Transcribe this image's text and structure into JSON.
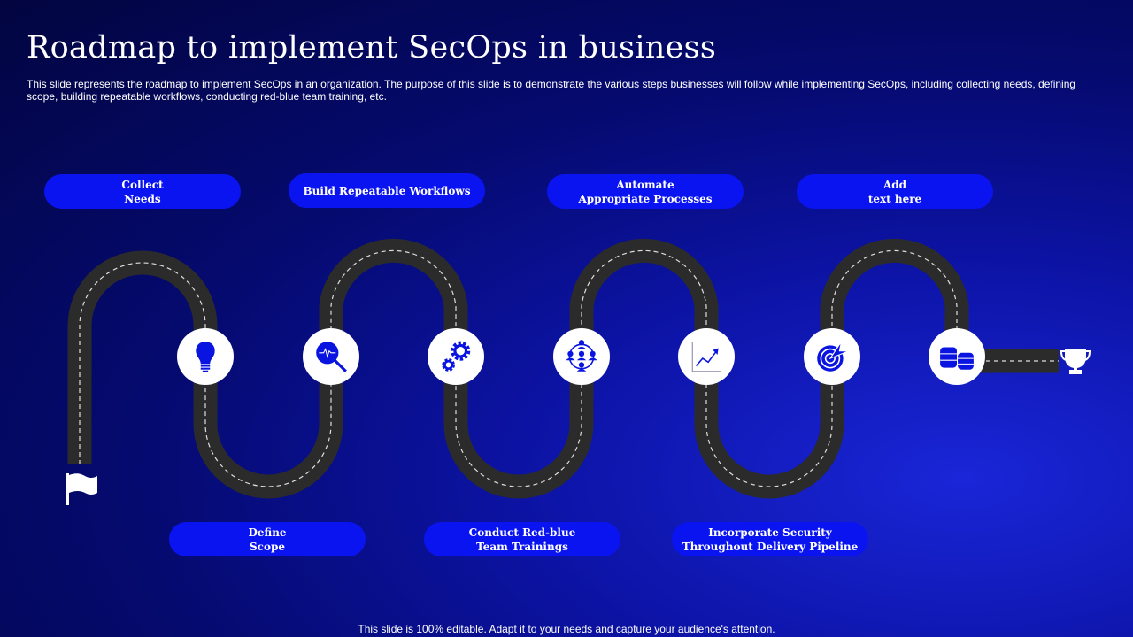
{
  "title": "Roadmap to implement SecOps in business",
  "description": "This slide represents the roadmap to implement SecOps in an organization. The purpose of this slide is to demonstrate the various steps businesses will follow while implementing SecOps, including collecting needs, defining scope, building repeatable workflows, conducting red-blue team training, etc.",
  "steps_top": [
    {
      "line1": "Collect",
      "line2": "Needs"
    },
    {
      "line1": "Build Repeatable Workflows",
      "line2": ""
    },
    {
      "line1": "Automate",
      "line2": "Appropriate Processes"
    },
    {
      "line1": "Add",
      "line2": "text here"
    }
  ],
  "steps_bottom": [
    {
      "line1": "Define",
      "line2": "Scope"
    },
    {
      "line1": "Conduct Red-blue",
      "line2": "Team Trainings"
    },
    {
      "line1": "Incorporate Security",
      "line2": "Throughout Delivery Pipeline"
    }
  ],
  "icons": [
    "lightbulb-icon",
    "search-analysis-icon",
    "gears-icon",
    "team-network-icon",
    "growth-chart-icon",
    "target-icon",
    "database-icon"
  ],
  "colors": {
    "accent": "#0a14f0",
    "road": "#2b2b2b",
    "icon": "#0a14e0"
  },
  "footer": "This slide is 100% editable. Adapt it to your needs and capture your audience's attention."
}
